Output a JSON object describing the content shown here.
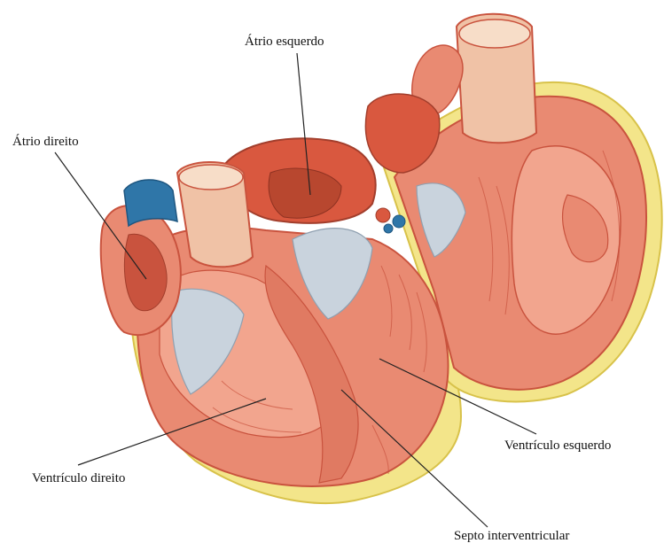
{
  "labels": {
    "left_atrium": "Átrio esquerdo",
    "right_atrium": "Átrio direito",
    "left_ventricle": "Ventrículo esquerdo",
    "right_ventricle": "Ventrículo direito",
    "septum": "Septo interventricular"
  },
  "colors": {
    "myocardium": "#e98a72",
    "myocardium_light": "#f2a58e",
    "myocardium_dark": "#c9533e",
    "fat": "#f3e58a",
    "fat_edge": "#d8c24a",
    "valve": "#c9d3dd",
    "vein": "#2f76a8",
    "vessel_inner": "#f0c2a6"
  }
}
